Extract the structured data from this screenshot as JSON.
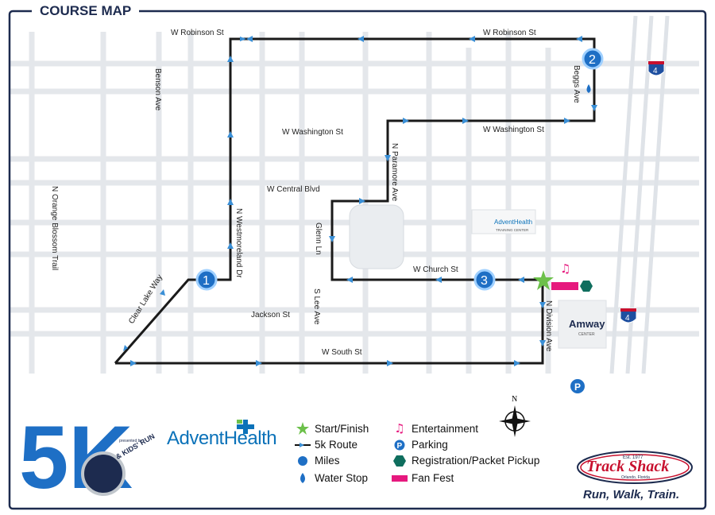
{
  "header": {
    "title": "COURSE MAP"
  },
  "streets": {
    "robinson_west": "W Robinson St",
    "robinson_east": "W Robinson St",
    "benson": "Benson Ave",
    "beggs": "Beggs Ave",
    "washington_west": "W Washington St",
    "washington_east": "W Washington St",
    "paramore": "N Paramore Ave",
    "central": "W Central Blvd",
    "westmoreland": "N Westmoreland Dr",
    "orange_blossom": "N Orange Blossom Trail",
    "glenn": "Glenn Ln",
    "church": "W Church St",
    "clear_lake": "Clear Lake Way",
    "jackson": "Jackson St",
    "slee": "S Lee Ave",
    "division": "N Division Ave",
    "south": "W South St"
  },
  "miles": [
    {
      "label": "1"
    },
    {
      "label": "2"
    },
    {
      "label": "3"
    }
  ],
  "interstate": {
    "label": "4"
  },
  "venues": {
    "training_center_name": "AdventHealth",
    "training_center_sub": "TRAINING CENTER",
    "amway_name": "Amway",
    "amway_sub": "CENTER"
  },
  "legend": {
    "items": [
      {
        "label": "Start/Finish",
        "icon": "star-icon"
      },
      {
        "label": "5k Route",
        "icon": "route-icon"
      },
      {
        "label": "Miles",
        "icon": "mile-dot-icon"
      },
      {
        "label": "Water Stop",
        "icon": "water-drop-icon"
      },
      {
        "label": "Entertainment",
        "icon": "music-note-icon"
      },
      {
        "label": "Parking",
        "icon": "parking-icon"
      },
      {
        "label": "Registration/Packet Pickup",
        "icon": "hexagon-icon"
      },
      {
        "label": "Fan Fest",
        "icon": "fanfest-bar-icon"
      }
    ]
  },
  "compass": {
    "north_label": "N"
  },
  "event_logo": {
    "big_text": "5K",
    "kids_run": "& KIDS' RUN",
    "presented_by": "presented by"
  },
  "sponsor": {
    "name": "AdventHealth"
  },
  "track_shack": {
    "est": "Est. 1977",
    "name": "Track Shack",
    "location": "Orlando, Florida",
    "slogan": "Run, Walk, Train."
  },
  "colors": {
    "route": "#1a1a1a",
    "arrow": "#3a8fd6",
    "mile_marker": "#1e6fc5",
    "frame": "#1d2b4f",
    "star": "#6cc04a",
    "fan_fest": "#e6197e",
    "registration": "#0f6e5e",
    "streets": "#e3e6ea",
    "interstate": "#1e4fa0"
  }
}
